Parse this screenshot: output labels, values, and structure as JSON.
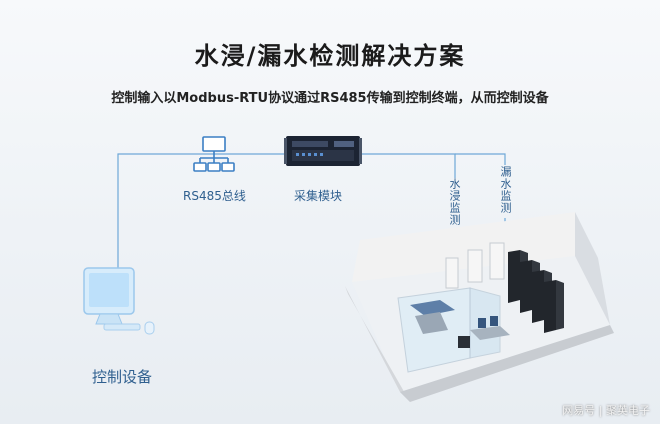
{
  "title": "水浸/漏水检测解决方案",
  "subtitle": "控制输入以Modbus-RTU协议通过RS485传输到控制终端，从而控制设备",
  "nodes": {
    "bus_label": "RS485总线",
    "module_label": "采集模块",
    "pc_label": "控制设备"
  },
  "sensors": {
    "sensor_1": "水浸监测",
    "sensor_2": "漏水监测"
  },
  "watermark": {
    "source": "网易号",
    "separator": "|",
    "author": "聚英电子"
  },
  "colors": {
    "line": "#6fa8d8",
    "icon_blue": "#3b7fc4",
    "label_blue": "#2f5f8f",
    "module_dark": "#1c2433"
  }
}
